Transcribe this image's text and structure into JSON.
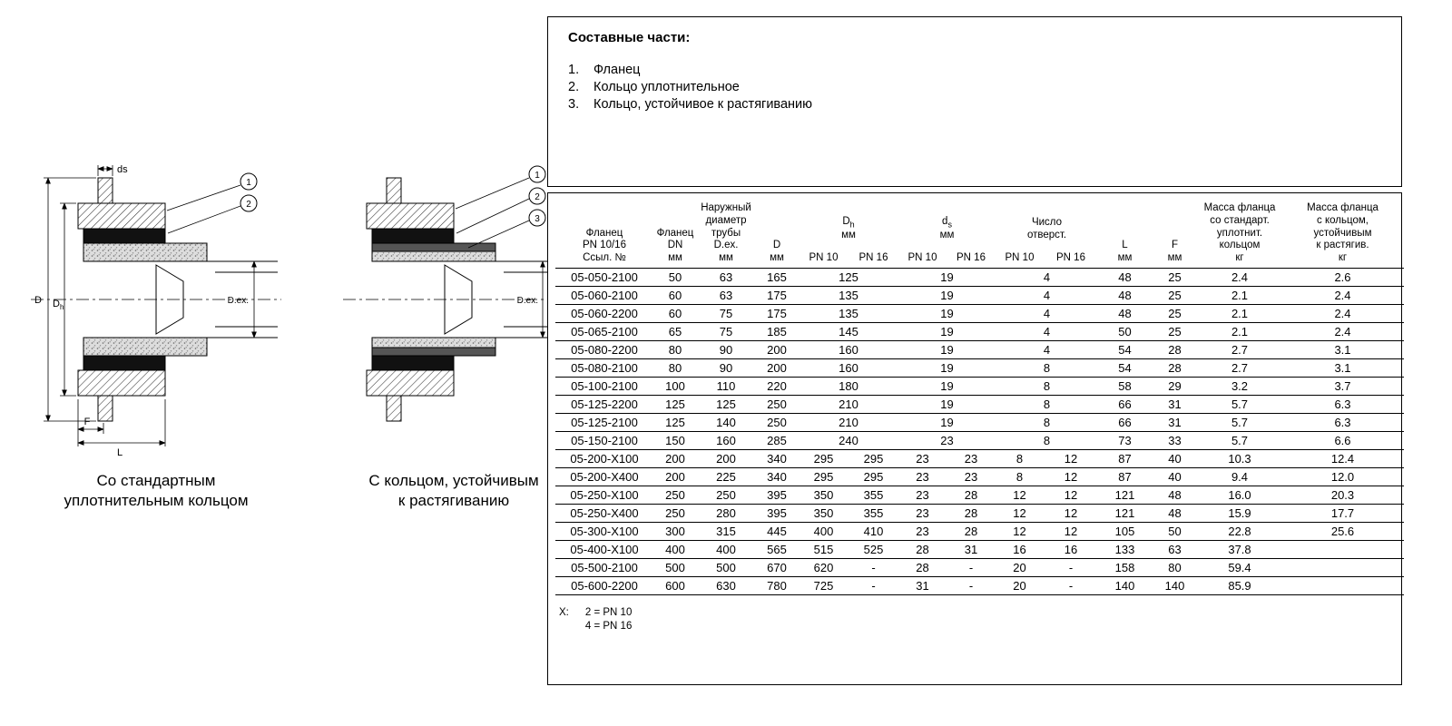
{
  "components_box": {
    "title": "Составные части:",
    "items": [
      {
        "num": "1.",
        "label": "Фланец"
      },
      {
        "num": "2.",
        "label": "Кольцо уплотнительное"
      },
      {
        "num": "3.",
        "label": "Кольцо, устойчивое к растягиванию"
      }
    ]
  },
  "diagrams": {
    "standard": {
      "caption": "Со стандартным\nуплотнительным кольцом",
      "labels": {
        "ds": "ds",
        "d": "D",
        "dh_main": "D",
        "dh_sub": "h",
        "f": "F",
        "l": "L",
        "dex": "D.ex."
      },
      "callouts": [
        "1",
        "2"
      ]
    },
    "grip": {
      "caption": "С кольцом, устойчивым\nк растягиванию",
      "labels": {
        "dex": "D.ex."
      },
      "callouts": [
        "1",
        "2",
        "3"
      ]
    }
  },
  "table": {
    "headers": {
      "ref": "Фланец\nPN 10/16\nСсыл. №",
      "dn": "Фланец\nDN\nмм",
      "dex": "Наружный\nдиаметр\nтрубы\nD.ex.\nмм",
      "d": "D\nмм",
      "dh": {
        "main": "D",
        "sub": "h",
        "unit": "мм"
      },
      "ds": {
        "main": "d",
        "sub": "s",
        "unit": "мм"
      },
      "holes": "Число\nотверст.",
      "pn10": "PN 10",
      "pn16": "PN 16",
      "l": "L\nмм",
      "f": "F\nмм",
      "mass_std": "Масса фланца\nсо стандарт.\nуплотнит.\nкольцом\nкг",
      "mass_grip": "Масса фланца\nс кольцом,\nустойчивым\nк растягив.\nкг"
    },
    "rows": [
      {
        "ref": "05-050-2100",
        "dn": "50",
        "dex": "63",
        "d": "165",
        "dh": [
          "125"
        ],
        "ds": [
          "19"
        ],
        "holes": [
          "4"
        ],
        "l": "48",
        "f": "25",
        "m1": "2.4",
        "m2": "2.6"
      },
      {
        "ref": "05-060-2100",
        "dn": "60",
        "dex": "63",
        "d": "175",
        "dh": [
          "135"
        ],
        "ds": [
          "19"
        ],
        "holes": [
          "4"
        ],
        "l": "48",
        "f": "25",
        "m1": "2.1",
        "m2": "2.4"
      },
      {
        "ref": "05-060-2200",
        "dn": "60",
        "dex": "75",
        "d": "175",
        "dh": [
          "135"
        ],
        "ds": [
          "19"
        ],
        "holes": [
          "4"
        ],
        "l": "48",
        "f": "25",
        "m1": "2.1",
        "m2": "2.4"
      },
      {
        "ref": "05-065-2100",
        "dn": "65",
        "dex": "75",
        "d": "185",
        "dh": [
          "145"
        ],
        "ds": [
          "19"
        ],
        "holes": [
          "4"
        ],
        "l": "50",
        "f": "25",
        "m1": "2.1",
        "m2": "2.4"
      },
      {
        "ref": "05-080-2200",
        "dn": "80",
        "dex": "90",
        "d": "200",
        "dh": [
          "160"
        ],
        "ds": [
          "19"
        ],
        "holes": [
          "4"
        ],
        "l": "54",
        "f": "28",
        "m1": "2.7",
        "m2": "3.1"
      },
      {
        "ref": "05-080-2100",
        "dn": "80",
        "dex": "90",
        "d": "200",
        "dh": [
          "160"
        ],
        "ds": [
          "19"
        ],
        "holes": [
          "8"
        ],
        "l": "54",
        "f": "28",
        "m1": "2.7",
        "m2": "3.1"
      },
      {
        "ref": "05-100-2100",
        "dn": "100",
        "dex": "110",
        "d": "220",
        "dh": [
          "180"
        ],
        "ds": [
          "19"
        ],
        "holes": [
          "8"
        ],
        "l": "58",
        "f": "29",
        "m1": "3.2",
        "m2": "3.7"
      },
      {
        "ref": "05-125-2200",
        "dn": "125",
        "dex": "125",
        "d": "250",
        "dh": [
          "210"
        ],
        "ds": [
          "19"
        ],
        "holes": [
          "8"
        ],
        "l": "66",
        "f": "31",
        "m1": "5.7",
        "m2": "6.3"
      },
      {
        "ref": "05-125-2100",
        "dn": "125",
        "dex": "140",
        "d": "250",
        "dh": [
          "210"
        ],
        "ds": [
          "19"
        ],
        "holes": [
          "8"
        ],
        "l": "66",
        "f": "31",
        "m1": "5.7",
        "m2": "6.3"
      },
      {
        "ref": "05-150-2100",
        "dn": "150",
        "dex": "160",
        "d": "285",
        "dh": [
          "240"
        ],
        "ds": [
          "23"
        ],
        "holes": [
          "8"
        ],
        "l": "73",
        "f": "33",
        "m1": "5.7",
        "m2": "6.6"
      },
      {
        "ref": "05-200-X100",
        "dn": "200",
        "dex": "200",
        "d": "340",
        "dh": [
          "295",
          "295"
        ],
        "ds": [
          "23",
          "23"
        ],
        "holes": [
          "8",
          "12"
        ],
        "l": "87",
        "f": "40",
        "m1": "10.3",
        "m2": "12.4"
      },
      {
        "ref": "05-200-X400",
        "dn": "200",
        "dex": "225",
        "d": "340",
        "dh": [
          "295",
          "295"
        ],
        "ds": [
          "23",
          "23"
        ],
        "holes": [
          "8",
          "12"
        ],
        "l": "87",
        "f": "40",
        "m1": "9.4",
        "m2": "12.0"
      },
      {
        "ref": "05-250-X100",
        "dn": "250",
        "dex": "250",
        "d": "395",
        "dh": [
          "350",
          "355"
        ],
        "ds": [
          "23",
          "28"
        ],
        "holes": [
          "12",
          "12"
        ],
        "l": "121",
        "f": "48",
        "m1": "16.0",
        "m2": "20.3"
      },
      {
        "ref": "05-250-X400",
        "dn": "250",
        "dex": "280",
        "d": "395",
        "dh": [
          "350",
          "355"
        ],
        "ds": [
          "23",
          "28"
        ],
        "holes": [
          "12",
          "12"
        ],
        "l": "121",
        "f": "48",
        "m1": "15.9",
        "m2": "17.7"
      },
      {
        "ref": "05-300-X100",
        "dn": "300",
        "dex": "315",
        "d": "445",
        "dh": [
          "400",
          "410"
        ],
        "ds": [
          "23",
          "28"
        ],
        "holes": [
          "12",
          "12"
        ],
        "l": "105",
        "f": "50",
        "m1": "22.8",
        "m2": "25.6"
      },
      {
        "ref": "05-400-X100",
        "dn": "400",
        "dex": "400",
        "d": "565",
        "dh": [
          "515",
          "525"
        ],
        "ds": [
          "28",
          "31"
        ],
        "holes": [
          "16",
          "16"
        ],
        "l": "133",
        "f": "63",
        "m1": "37.8",
        "m2": ""
      },
      {
        "ref": "05-500-2100",
        "dn": "500",
        "dex": "500",
        "d": "670",
        "dh": [
          "620",
          "-"
        ],
        "ds": [
          "28",
          "-"
        ],
        "holes": [
          "20",
          "-"
        ],
        "l": "158",
        "f": "80",
        "m1": "59.4",
        "m2": ""
      },
      {
        "ref": "05-600-2200",
        "dn": "600",
        "dex": "630",
        "d": "780",
        "dh": [
          "725",
          "-"
        ],
        "ds": [
          "31",
          "-"
        ],
        "holes": [
          "20",
          "-"
        ],
        "l": "140",
        "f": "140",
        "m1": "85.9",
        "m2": ""
      }
    ],
    "footnote": {
      "x": "X:",
      "lines": [
        "2 = PN 10",
        "4 = PN 16"
      ]
    }
  }
}
